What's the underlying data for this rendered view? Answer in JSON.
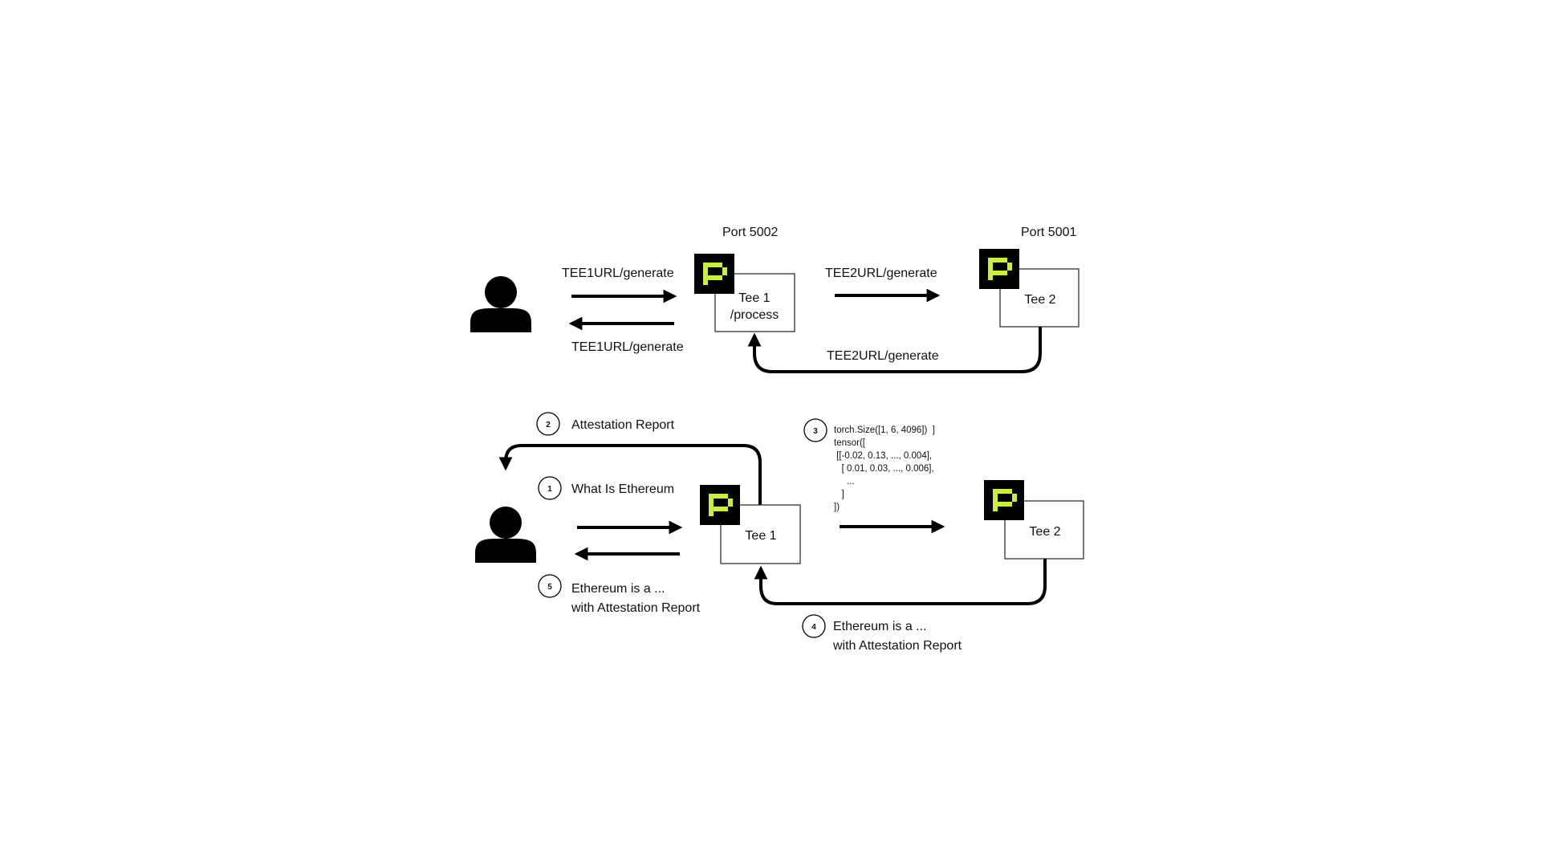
{
  "colors": {
    "ink": "#000000",
    "logo_bg": "#000000",
    "logo_fg": "#c8f03c",
    "box_stroke": "#333333"
  },
  "top": {
    "port_tee1": "Port 5002",
    "port_tee2": "Port 5001",
    "request_label": "TEE1URL/generate",
    "response_label": "TEE1URL/generate",
    "tee1_line1": "Tee 1",
    "tee1_line2": "/process",
    "tee2": "Tee 2",
    "forward_label": "TEE2URL/generate",
    "return_label": "TEE2URL/generate"
  },
  "bottom": {
    "tee1": "Tee 1",
    "tee2": "Tee 2",
    "steps": [
      {
        "num": "1",
        "line1": "What Is Ethereum",
        "line2": ""
      },
      {
        "num": "2",
        "line1": "Attestation Report",
        "line2": ""
      },
      {
        "num": "3",
        "line1": "",
        "line2": ""
      },
      {
        "num": "4",
        "line1": "Ethereum is a ...",
        "line2": "with Attestation Report"
      },
      {
        "num": "5",
        "line1": "Ethereum is a ...",
        "line2": "with Attestation Report"
      }
    ],
    "tensor_lines": [
      "torch.Size([1, 6, 4096])  ]",
      "tensor([",
      " [[-0.02, 0.13, ..., 0.004],",
      "   [ 0.01, 0.03, ..., 0.006],",
      "     ...",
      "   ]",
      "])"
    ]
  },
  "icons": {
    "user": "user-icon",
    "tee_logo": "pixel-p-logo-icon"
  }
}
